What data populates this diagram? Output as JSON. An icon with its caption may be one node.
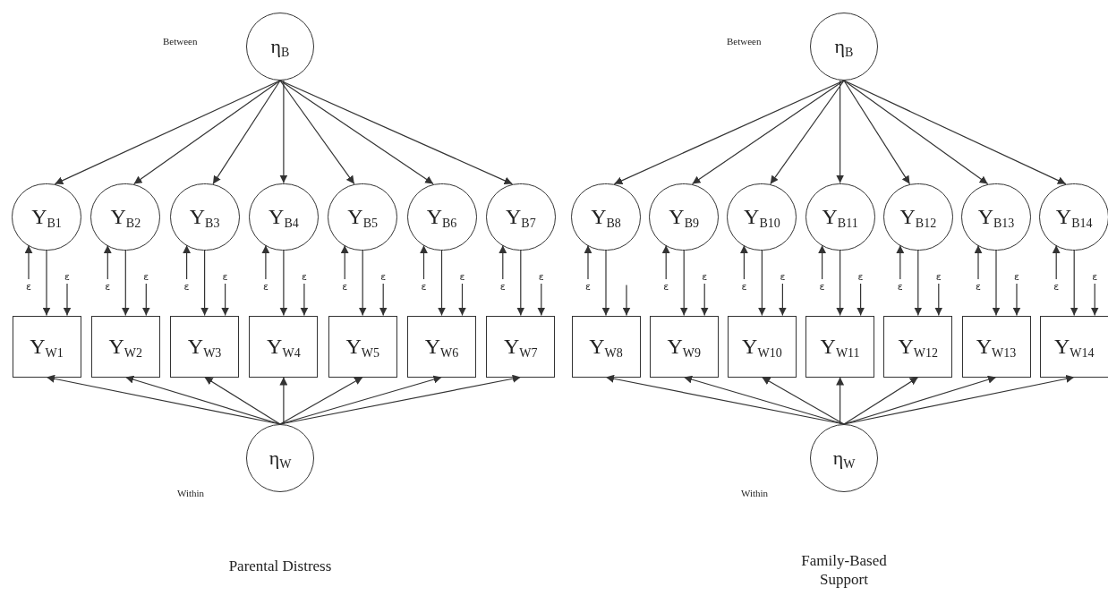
{
  "diagram": {
    "nodes": [
      {
        "text": [
          "η$_{B}$"
        ]
      },
      {
        "text": [
          "Y$_{B1}$"
        ]
      },
      {
        "text": [
          "Y$_{B2}$"
        ]
      },
      {
        "text": [
          "Y$_{B3}$"
        ]
      },
      {
        "text": [
          "Y$_{B4}$"
        ]
      },
      {
        "text": [
          "Y$_{B5}$"
        ]
      },
      {
        "text": [
          "Y$_{B6}$"
        ]
      },
      {
        "text": [
          "Y$_{B7}$"
        ]
      },
      {
        "text": [
          "Y$_{W1}$"
        ]
      },
      {
        "text": [
          "Y$_{W2}$"
        ]
      },
      {
        "text": [
          "Y$_{W3}$"
        ]
      },
      {
        "text": [
          "Y$_{W4}$"
        ]
      },
      {
        "text": [
          "Y$_{W5}$"
        ]
      },
      {
        "text": [
          "Y$_{W6}$"
        ]
      },
      {
        "text": [
          "Y$_{W7}$"
        ]
      },
      {
        "text": [
          "η$_{W}$"
        ]
      },
      {
        "text": [
          "ε"
        ]
      },
      {
        "text": [
          "ε"
        ]
      },
      {
        "text": [
          "ε"
        ]
      },
      {
        "text": [
          "ε"
        ]
      },
      {
        "text": [
          "ε"
        ]
      },
      {
        "text": [
          "ε"
        ]
      },
      {
        "text": [
          "ε"
        ]
      },
      {
        "text": [
          "ε"
        ]
      },
      {
        "text": [
          "ε"
        ]
      },
      {
        "text": [
          "ε"
        ]
      },
      {
        "text": [
          "ε"
        ]
      },
      {
        "text": [
          "ε"
        ]
      },
      {
        "text": [
          "ε"
        ]
      },
      {
        "text": [
          "ε"
        ]
      },
      {
        "text": [
          "η$_{B}$"
        ]
      },
      {
        "text": [
          "Y$_{B8}$"
        ]
      },
      {
        "text": [
          "Y$_{B9}$"
        ]
      },
      {
        "text": [
          "Y$_{B10}$"
        ]
      },
      {
        "text": [
          "Y$_{B11}$"
        ]
      },
      {
        "text": [
          "Y$_{B12}$"
        ]
      },
      {
        "text": [
          "Y$_{B13}$"
        ]
      },
      {
        "text": [
          "Y$_{B14}$"
        ]
      },
      {
        "text": [
          "Y$_{W8}$"
        ]
      },
      {
        "text": [
          "Y$_{W9}$"
        ]
      },
      {
        "text": [
          "Y$_{W10}$"
        ]
      },
      {
        "text": [
          "Y$_{W11}$"
        ]
      },
      {
        "text": [
          "Y$_{W12}$"
        ]
      },
      {
        "text": [
          "Y$_{W13}$"
        ]
      },
      {
        "text": [
          "Y$_{W14}$"
        ]
      },
      {
        "text": [
          "η$_{W}$"
        ]
      },
      {
        "text": [
          "ε"
        ]
      },
      {
        "text": [
          "ε"
        ]
      },
      {
        "text": [
          "ε"
        ]
      },
      {
        "text": [
          "ε"
        ]
      },
      {
        "text": [
          "ε"
        ]
      },
      {
        "text": [
          "ε"
        ]
      },
      {
        "text": [
          "ε"
        ]
      },
      {
        "text": [
          "ε"
        ]
      },
      {
        "text": [
          "ε"
        ]
      },
      {
        "text": [
          "ε"
        ]
      },
      {
        "text": [
          "ε"
        ]
      },
      {
        "text": [
          "ε"
        ]
      },
      {
        "text": [
          "ε"
        ]
      }
    ],
    "edges": [
      {
        "from": 0,
        "to": 1,
        "arrow": "to"
      },
      {
        "from": 0,
        "to": 2,
        "arrow": "to"
      },
      {
        "from": 0,
        "to": 3,
        "arrow": "to"
      },
      {
        "from": 0,
        "to": 4,
        "arrow": "to"
      },
      {
        "from": 0,
        "to": 5,
        "arrow": "to"
      },
      {
        "from": 0,
        "to": 6,
        "arrow": "to"
      },
      {
        "from": 0,
        "to": 7,
        "arrow": "to"
      },
      {
        "from": 1,
        "to": 8,
        "arrow": "to"
      },
      {
        "from": 2,
        "to": 9,
        "arrow": "to"
      },
      {
        "from": 3,
        "to": 10,
        "arrow": "to"
      },
      {
        "from": 4,
        "to": 11,
        "arrow": "to"
      },
      {
        "from": 5,
        "to": 12,
        "arrow": "to"
      },
      {
        "from": 6,
        "to": 13,
        "arrow": "to"
      },
      {
        "from": 7,
        "to": 14,
        "arrow": "to"
      },
      {
        "from": 15,
        "to": 8,
        "arrow": "to"
      },
      {
        "from": 15,
        "to": 9,
        "arrow": "to"
      },
      {
        "from": 15,
        "to": 10,
        "arrow": "to"
      },
      {
        "from": 15,
        "to": 11,
        "arrow": "to"
      },
      {
        "from": 15,
        "to": 12,
        "arrow": "to"
      },
      {
        "from": 15,
        "to": 13,
        "arrow": "to"
      },
      {
        "from": 15,
        "to": 14,
        "arrow": "to"
      },
      {
        "from": 16,
        "to": 1,
        "arrow": "to"
      },
      {
        "from": 17,
        "to": 2,
        "arrow": "to"
      },
      {
        "from": 18,
        "to": 3,
        "arrow": "to"
      },
      {
        "from": 19,
        "to": 4,
        "arrow": "to"
      },
      {
        "from": 20,
        "to": 5,
        "arrow": "to"
      },
      {
        "from": 21,
        "to": 6,
        "arrow": "to"
      },
      {
        "from": 22,
        "to": 7,
        "arrow": "to"
      },
      {
        "from": 23,
        "to": 8,
        "arrow": "to"
      },
      {
        "from": 24,
        "to": 9,
        "arrow": "to"
      },
      {
        "from": 25,
        "to": 10,
        "arrow": "to"
      },
      {
        "from": 26,
        "to": 11,
        "arrow": "to"
      },
      {
        "from": 27,
        "to": 12,
        "arrow": "to"
      },
      {
        "from": 28,
        "to": 13,
        "arrow": "to"
      },
      {
        "from": 29,
        "to": 14,
        "arrow": "to"
      },
      {
        "from": 30,
        "to": 31,
        "arrow": "to"
      },
      {
        "from": 30,
        "to": 32,
        "arrow": "to"
      },
      {
        "from": 30,
        "to": 33,
        "arrow": "to"
      },
      {
        "from": 30,
        "to": 34,
        "arrow": "to"
      },
      {
        "from": 30,
        "to": 35,
        "arrow": "to"
      },
      {
        "from": 30,
        "to": 36,
        "arrow": "to"
      },
      {
        "from": 30,
        "to": 37,
        "arrow": "to"
      },
      {
        "from": 31,
        "to": 38,
        "arrow": "to"
      },
      {
        "from": 32,
        "to": 39,
        "arrow": "to"
      },
      {
        "from": 33,
        "to": 40,
        "arrow": "to"
      },
      {
        "from": 34,
        "to": 41,
        "arrow": "to"
      },
      {
        "from": 35,
        "to": 42,
        "arrow": "to"
      },
      {
        "from": 36,
        "to": 43,
        "arrow": "to"
      },
      {
        "from": 37,
        "to": 44,
        "arrow": "to"
      },
      {
        "from": 45,
        "to": 38,
        "arrow": "to"
      },
      {
        "from": 45,
        "to": 39,
        "arrow": "to"
      },
      {
        "from": 45,
        "to": 40,
        "arrow": "to"
      },
      {
        "from": 45,
        "to": 41,
        "arrow": "to"
      },
      {
        "from": 45,
        "to": 42,
        "arrow": "to"
      },
      {
        "from": 45,
        "to": 43,
        "arrow": "to"
      },
      {
        "from": 45,
        "to": 44,
        "arrow": "to"
      },
      {
        "from": 46,
        "to": 31,
        "arrow": "to"
      },
      {
        "from": 47,
        "to": 32,
        "arrow": "to"
      },
      {
        "from": 48,
        "to": 33,
        "arrow": "to"
      },
      {
        "from": 49,
        "to": 34,
        "arrow": "to"
      },
      {
        "from": 50,
        "to": 35,
        "arrow": "to"
      },
      {
        "from": 51,
        "to": 36,
        "arrow": "to"
      },
      {
        "from": 52,
        "to": 37,
        "arrow": "to"
      },
      {
        "from": null,
        "to": 38,
        "arrow": "to"
      },
      {
        "from": 53,
        "to": 39,
        "arrow": "to"
      },
      {
        "from": 54,
        "to": 40,
        "arrow": "to"
      },
      {
        "from": 55,
        "to": 41,
        "arrow": "to"
      },
      {
        "from": 56,
        "to": 42,
        "arrow": "to"
      },
      {
        "from": 57,
        "to": 43,
        "arrow": "to"
      },
      {
        "from": 58,
        "to": 44,
        "arrow": "to"
      }
    ],
    "labels": [
      "Between",
      "Between",
      "Within",
      "Within",
      "Parental Distress",
      "Family-Based Support"
    ]
  }
}
